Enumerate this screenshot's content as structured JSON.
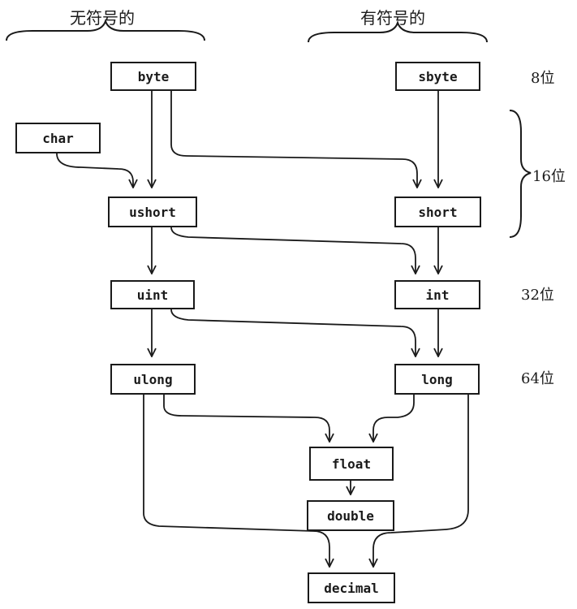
{
  "groups": {
    "unsigned": "无符号的",
    "signed": "有符号的"
  },
  "nodes": {
    "byte": "byte",
    "sbyte": "sbyte",
    "char": "char",
    "ushort": "ushort",
    "short": "short",
    "uint": "uint",
    "int": "int",
    "ulong": "ulong",
    "long": "long",
    "float": "float",
    "double": "double",
    "decimal": "decimal"
  },
  "bit_widths": {
    "w8": "8位",
    "w16": "16位",
    "w32": "32位",
    "w64": "64位"
  },
  "conversions": [
    [
      "byte",
      "ushort"
    ],
    [
      "byte",
      "short"
    ],
    [
      "sbyte",
      "short"
    ],
    [
      "char",
      "ushort"
    ],
    [
      "ushort",
      "uint"
    ],
    [
      "ushort",
      "int"
    ],
    [
      "short",
      "int"
    ],
    [
      "uint",
      "ulong"
    ],
    [
      "uint",
      "long"
    ],
    [
      "int",
      "long"
    ],
    [
      "ulong",
      "float"
    ],
    [
      "long",
      "float"
    ],
    [
      "float",
      "double"
    ],
    [
      "ulong",
      "decimal"
    ],
    [
      "long",
      "decimal"
    ]
  ],
  "colors": {
    "ink": "#1a1a1a",
    "background": "#ffffff"
  }
}
